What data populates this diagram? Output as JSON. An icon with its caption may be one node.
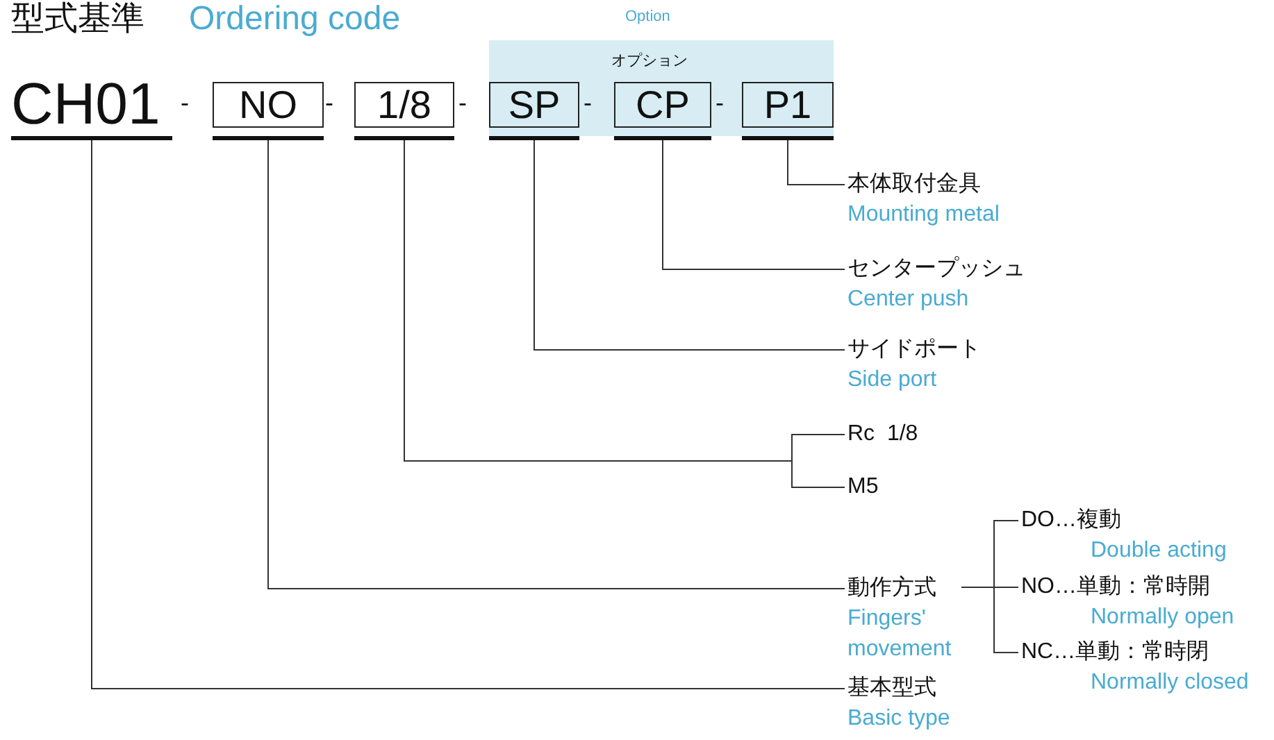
{
  "diagram": {
    "title": "型式基準",
    "nodes": [
      {
        "text": [
          "Option",
          "オプション"
        ]
      },
      {
        "text": [
          "CH01"
        ]
      },
      {
        "text": [
          "NO"
        ]
      },
      {
        "text": [
          "1/8"
        ]
      },
      {
        "text": [
          "SP"
        ],
        "in": 0
      },
      {
        "text": [
          "CP"
        ],
        "in": 0
      },
      {
        "text": [
          "P1"
        ],
        "in": 0
      },
      {
        "text": [
          "本体取付金具",
          "Mounting metal"
        ]
      },
      {
        "text": [
          "センタープッシュ",
          "Center push"
        ]
      },
      {
        "text": [
          "サイドポート",
          "Side port"
        ]
      },
      {
        "text": [
          "Rc  1/8"
        ]
      },
      {
        "text": [
          "M5"
        ]
      },
      {
        "text": [
          "動作方式",
          "Fingers' movement"
        ]
      },
      {
        "text": [
          "DO…複動",
          "Double acting"
        ]
      },
      {
        "text": [
          "NO…単動：常時開",
          "Normally open"
        ]
      },
      {
        "text": [
          "NC…単動：常時閉",
          "Normally closed"
        ]
      },
      {
        "text": [
          "基本型式",
          "Basic type"
        ]
      }
    ],
    "edges": [
      {
        "from": 6,
        "to": 7,
        "arrow": "none"
      },
      {
        "from": 5,
        "to": 8,
        "arrow": "none"
      },
      {
        "from": 4,
        "to": 9,
        "arrow": "none"
      },
      {
        "from": 3,
        "to": 10,
        "arrow": "none"
      },
      {
        "from": 3,
        "to": 11,
        "arrow": "none"
      },
      {
        "from": 2,
        "to": 12,
        "arrow": "none"
      },
      {
        "from": 12,
        "to": 13,
        "arrow": "none"
      },
      {
        "from": 12,
        "to": 14,
        "arrow": "none"
      },
      {
        "from": 12,
        "to": 15,
        "arrow": "none"
      },
      {
        "from": 1,
        "to": 16,
        "arrow": "none"
      }
    ],
    "labels": [
      "Ordering code",
      "-",
      "-",
      "-",
      "-",
      "-"
    ]
  }
}
